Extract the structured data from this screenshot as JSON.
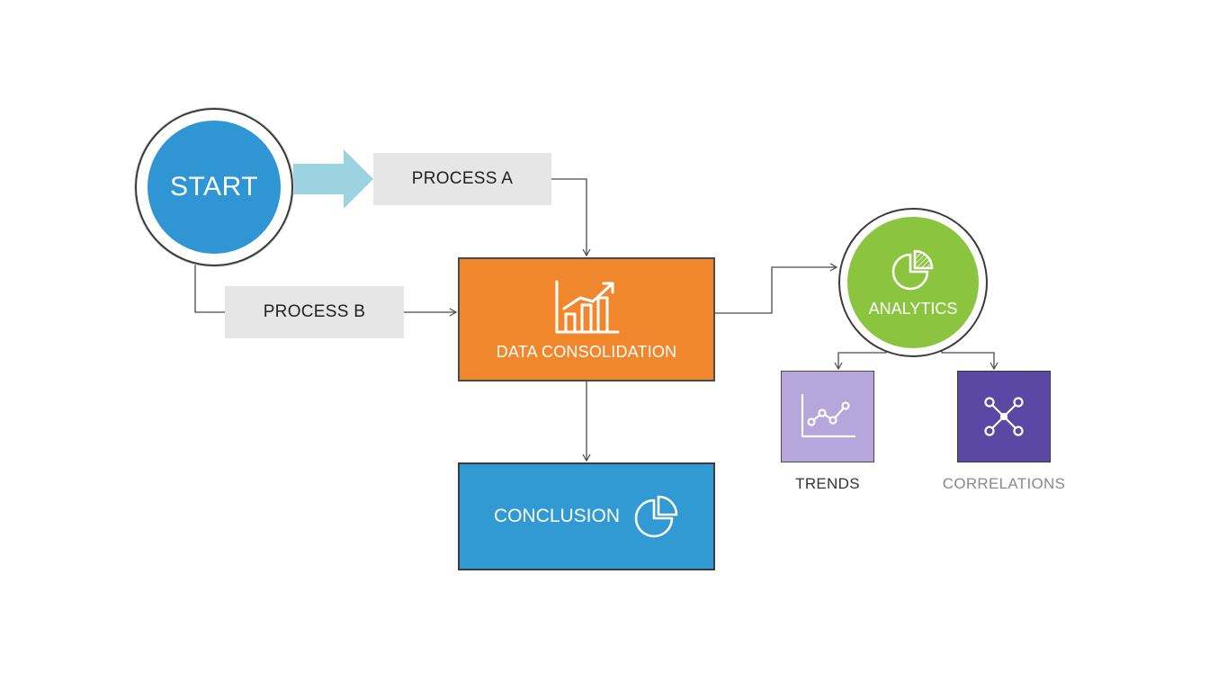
{
  "nodes": {
    "start": "START",
    "process_a": "PROCESS A",
    "process_b": "PROCESS B",
    "data_consolidation": "DATA CONSOLIDATION",
    "conclusion": "CONCLUSION",
    "analytics": "ANALYTICS",
    "trends": "TRENDS",
    "correlations": "CORRELATIONS"
  },
  "colors": {
    "start": "#2f95d3",
    "arrow_highlight": "#9dd2e0",
    "process": "#e6e6e6",
    "data_consolidation": "#f0872c",
    "conclusion": "#329ad3",
    "analytics": "#8bc53f",
    "trends": "#b7a6dc",
    "correlations": "#5a48a4"
  },
  "icons": {
    "data_consolidation": "bar-chart-trend-icon",
    "conclusion": "pie-chart-icon",
    "analytics": "pie-chart-icon",
    "trends": "line-chart-icon",
    "correlations": "network-icon"
  }
}
